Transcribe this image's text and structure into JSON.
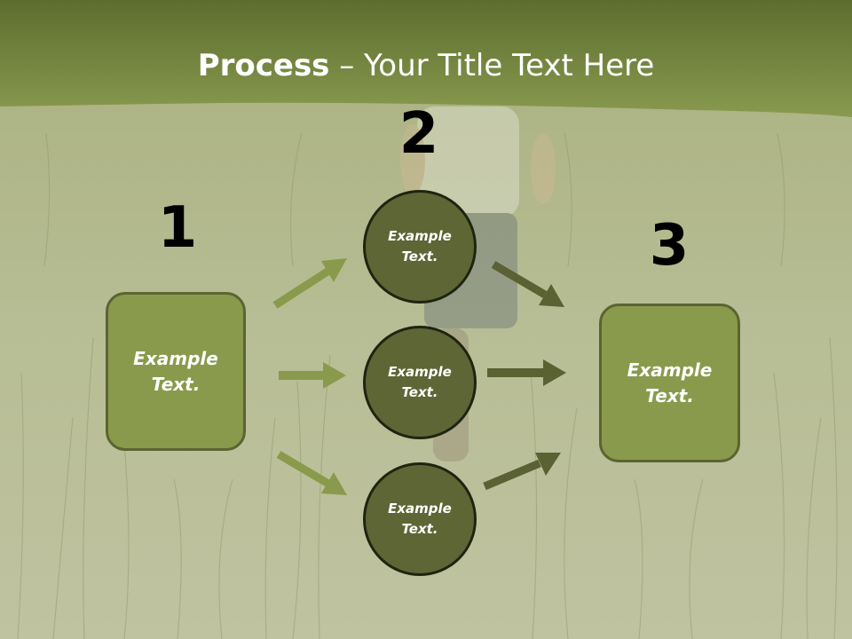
{
  "title": {
    "bold": "Process",
    "rest": " – Your Title Text Here"
  },
  "steps": {
    "step1_number": "1",
    "step2_number": "2",
    "step3_number": "3"
  },
  "left_box": {
    "text": "Example\nText."
  },
  "middle_circles": [
    {
      "text": "Example\nText."
    },
    {
      "text": "Example\nText."
    },
    {
      "text": "Example\nText."
    }
  ],
  "right_box": {
    "text": "Example\nText."
  },
  "colors": {
    "header_band": "#6e7d3a",
    "box_fill": "#8a9a4c",
    "circle_fill": "#5e6636",
    "arrow_light": "#8a9a4c",
    "arrow_dark": "#5a6132"
  }
}
